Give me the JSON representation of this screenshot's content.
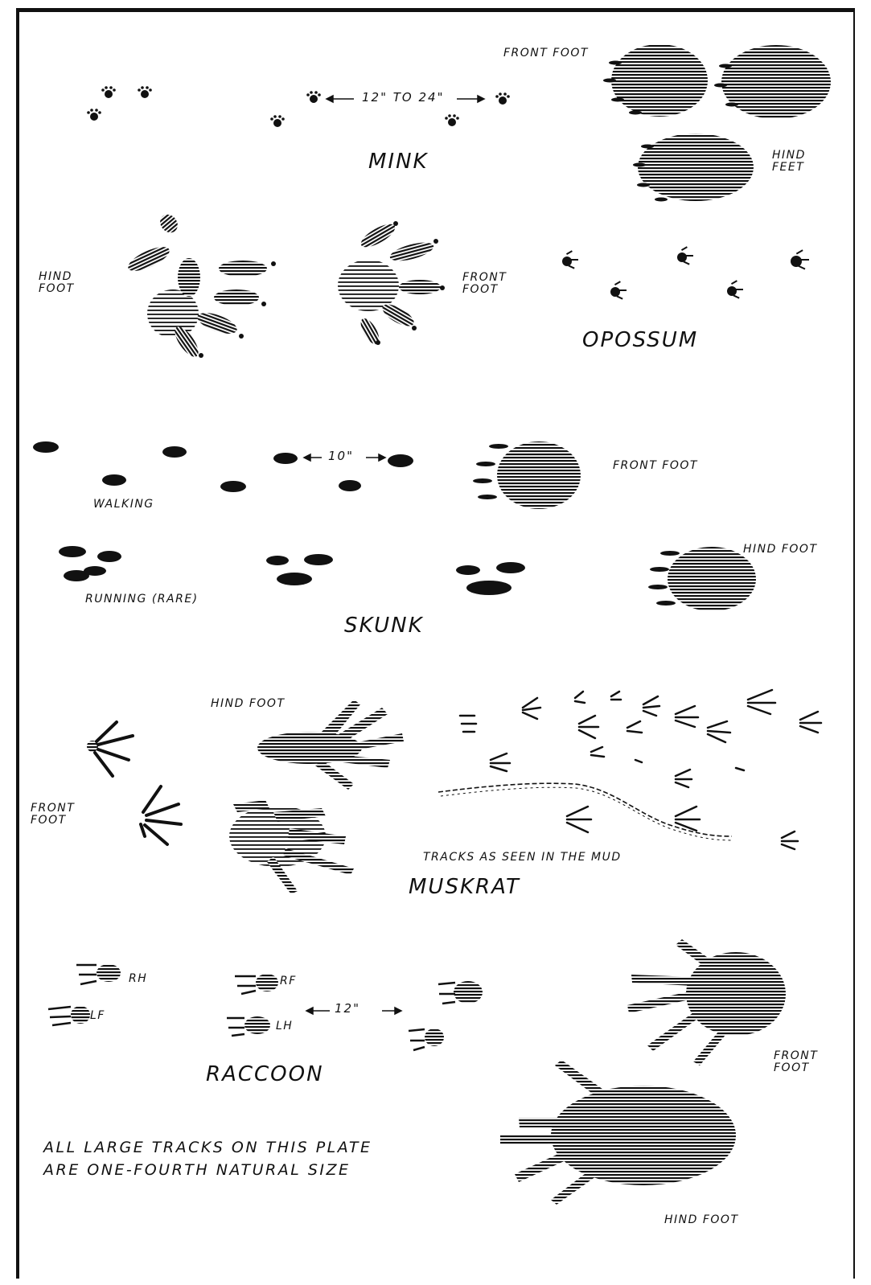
{
  "animals": {
    "mink": {
      "name": "MINK",
      "spacing": "12\" TO 24\"",
      "front_foot": "FRONT FOOT",
      "hind_feet": [
        "HIND",
        "FEET"
      ]
    },
    "opossum": {
      "name": "OPOSSUM",
      "hind_foot": [
        "HIND",
        "FOOT"
      ],
      "front_foot": [
        "FRONT",
        "FOOT"
      ]
    },
    "skunk": {
      "name": "SKUNK",
      "spacing": "10\"",
      "walking": "WALKING",
      "running": "RUNNING (RARE)",
      "front_foot": "FRONT FOOT",
      "hind_foot": "HIND FOOT"
    },
    "muskrat": {
      "name": "MUSKRAT",
      "hind_foot": "HIND FOOT",
      "front_foot": [
        "FRONT",
        "FOOT"
      ],
      "mud_caption": "TRACKS AS SEEN IN THE MUD"
    },
    "raccoon": {
      "name": "RACCOON",
      "spacing": "12\"",
      "rh": "RH",
      "lf": "LF",
      "rf": "RF",
      "lh": "LH",
      "front_foot": [
        "FRONT",
        "FOOT"
      ],
      "hind_foot": "HIND FOOT"
    }
  },
  "plate_note": [
    "ALL LARGE TRACKS ON THIS PLATE",
    "ARE ONE-FOURTH NATURAL SIZE"
  ],
  "colors": {
    "ink": "#111111",
    "paper": "#ffffff"
  }
}
